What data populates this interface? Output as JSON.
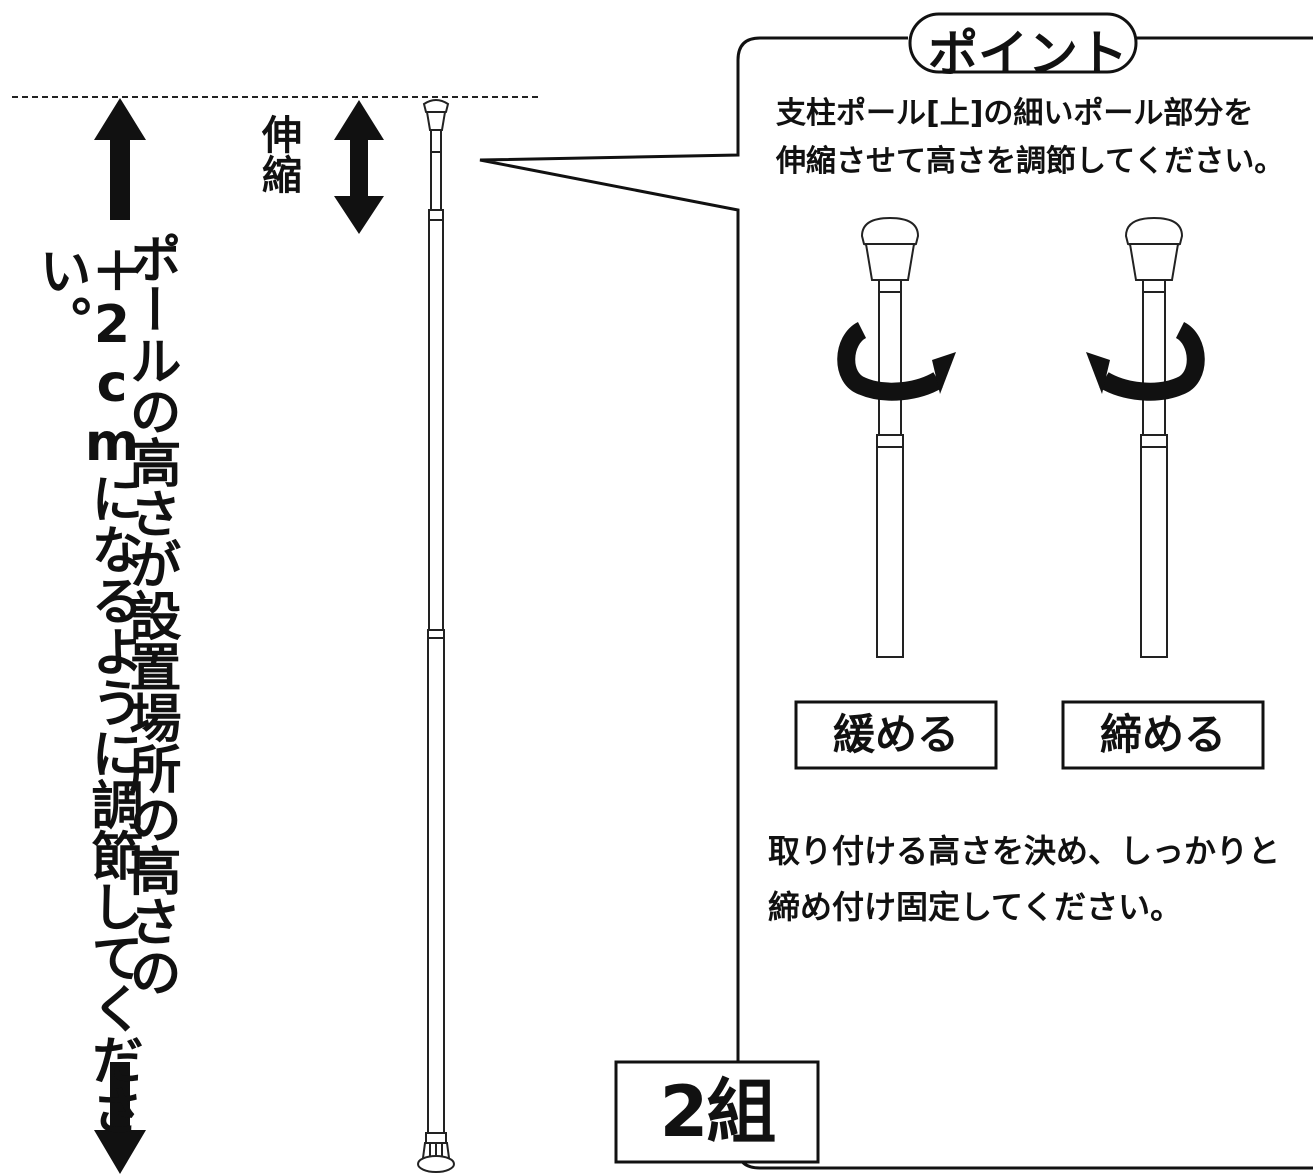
{
  "left_note": {
    "line1": "ポールの高さが設置場所の高さの",
    "line2": "＋2cmになるように調節してください。"
  },
  "stretch_label": "伸縮",
  "point_panel": {
    "title": "ポイント",
    "description_line1": "支柱ポール[上]の細いポール部分を",
    "description_line2": "伸縮させて高さを調節してください。",
    "loosen_label": "緩める",
    "tighten_label": "締める",
    "fix_line1": "取り付ける高さを決め、しっかりと",
    "fix_line2": "締め付け固定してください。"
  },
  "set_count": "2組"
}
